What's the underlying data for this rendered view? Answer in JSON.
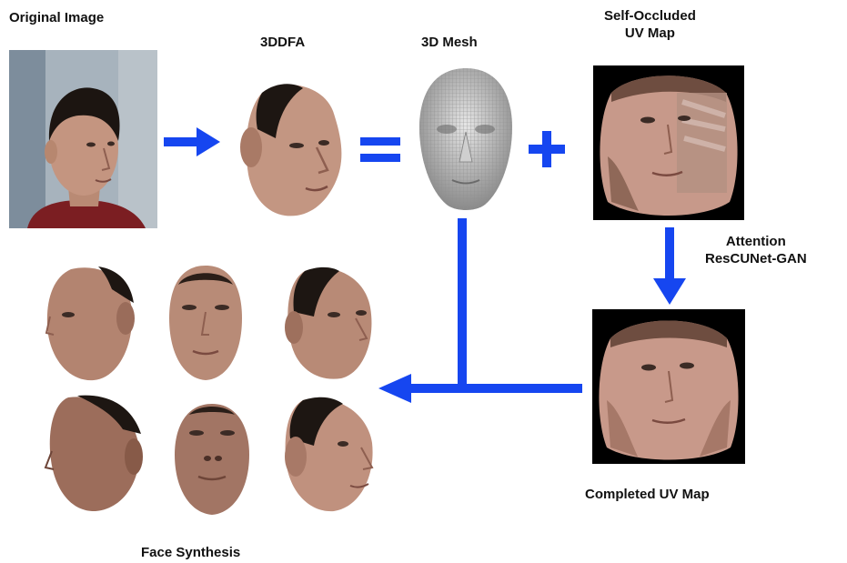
{
  "labels": {
    "original_image": "Original Image",
    "tddfa": "3DDFA",
    "mesh": "3D Mesh",
    "self_occluded": "Self-Occluded\nUV Map",
    "attention": "Attention\nResCUNet-GAN",
    "completed": "Completed UV Map",
    "face_synthesis": "Face Synthesis"
  },
  "operators": {
    "equals": "=",
    "plus": "+"
  },
  "colors": {
    "arrow": "#1646f0",
    "skin": "#c99a84",
    "skin_shadow": "#8e5f50",
    "hair": "#1d1612",
    "background_photo": "#9aa6b0",
    "uv_background": "#000000",
    "mesh": "#bcbcbc"
  }
}
